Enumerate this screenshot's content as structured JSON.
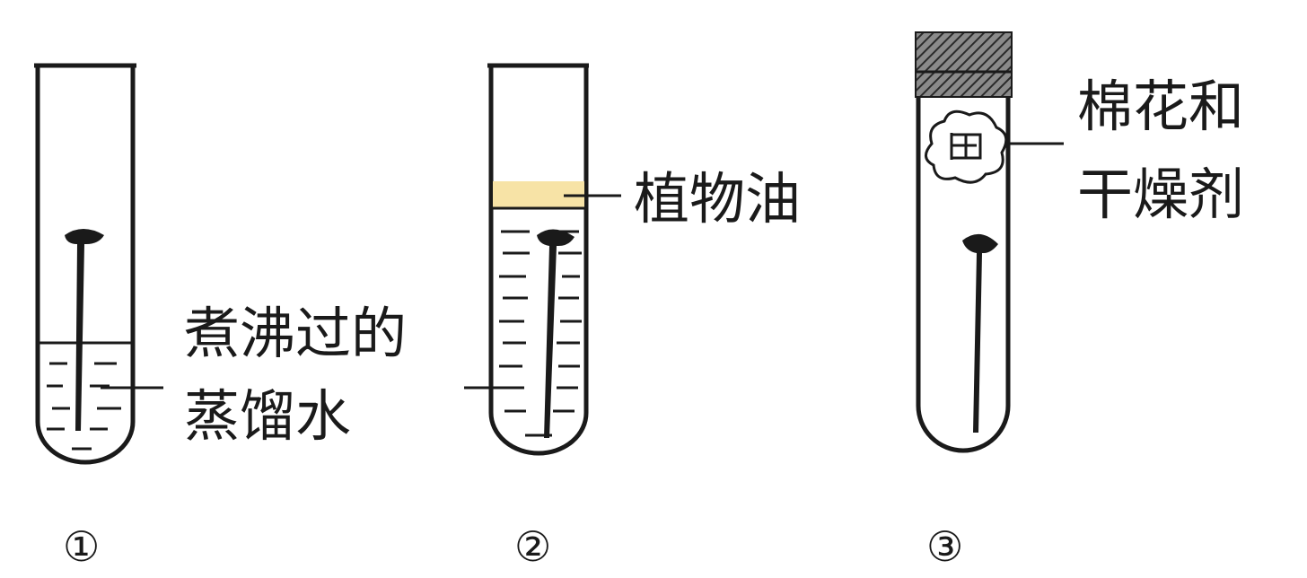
{
  "labels": {
    "boiled_line1": "煮沸过的",
    "boiled_line2": "蒸馏水",
    "oil": "植物油",
    "cotton_line1": "棉花和",
    "cotton_line2": "干燥剂"
  },
  "tube_numbers": [
    "①",
    "②",
    "③"
  ],
  "colors": {
    "ink": "#1a1a1a",
    "oil": "#f7e3a6",
    "stopper": "#555555"
  }
}
